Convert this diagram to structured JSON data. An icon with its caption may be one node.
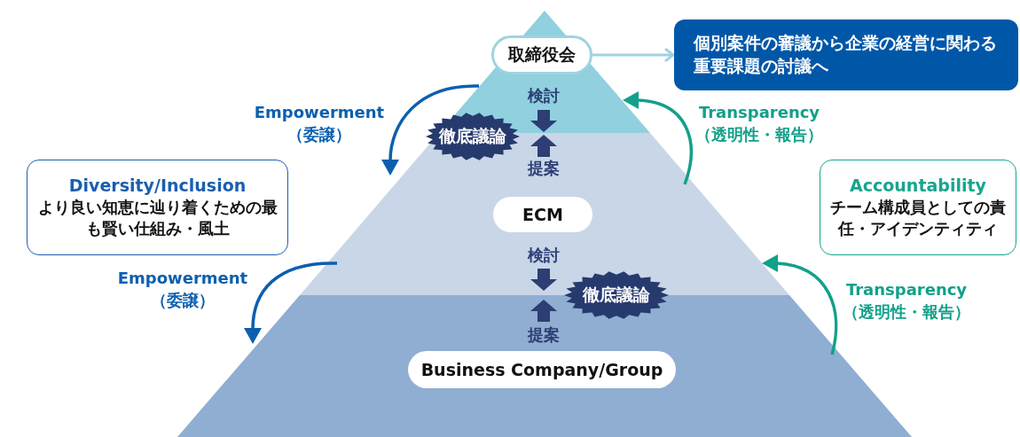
{
  "diagram": {
    "nodes": [
      {
        "text": [
          "取締役会"
        ]
      },
      {
        "text": [
          "個別案件の審議から企業の経営に関わる重要課題の討議へ"
        ]
      },
      {
        "text": [
          "徹底議論"
        ]
      },
      {
        "text": [
          "ECM"
        ]
      },
      {
        "text": [
          "徹底議論"
        ]
      },
      {
        "text": [
          "Business Company/Group"
        ]
      },
      {
        "text": [
          "Diversity/Inclusion",
          "より良い知恵に辿り着くための最も賢い仕組み・風土"
        ]
      },
      {
        "text": [
          "Accountability",
          "チーム構成員としての責任・アイデンティティ"
        ]
      }
    ],
    "edges": [
      {
        "from": 0,
        "to": 1,
        "arrow": "to",
        "color": "#9fd3e0"
      }
    ],
    "labels": [
      "検討",
      "Empowerment",
      "（委譲）",
      "Transparency",
      "（透明性・報告）",
      "提案",
      "検討",
      "Empowerment",
      "（委譲）",
      "Transparency",
      "（透明性・報告）",
      "提案"
    ]
  }
}
